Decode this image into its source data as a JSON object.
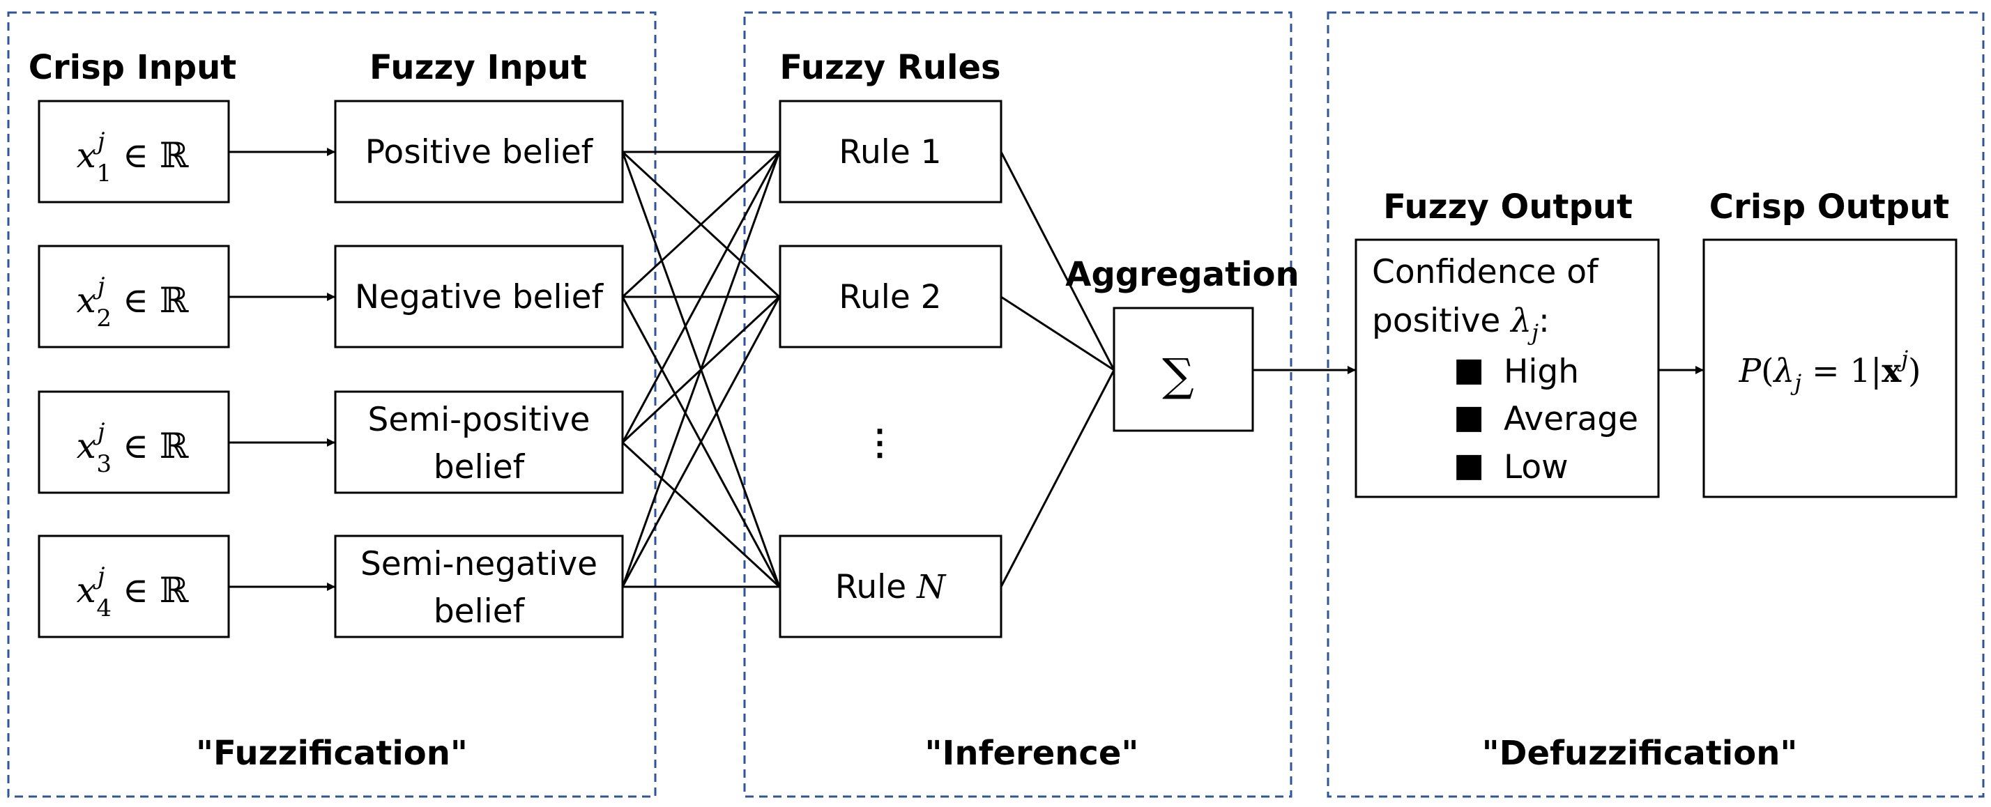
{
  "sections": {
    "fuzzification": "\"Fuzzification\"",
    "inference": "\"Inference\"",
    "defuzzification": "\"Defuzzification\""
  },
  "headers": {
    "crisp_input": "Crisp Input",
    "fuzzy_input": "Fuzzy Input",
    "fuzzy_rules": "Fuzzy Rules",
    "aggregation": "Aggregation",
    "fuzzy_output": "Fuzzy Output",
    "crisp_output": "Crisp Output"
  },
  "crisp_inputs": [
    {
      "var": "x",
      "sup": "j",
      "sub": "1",
      "rel": " ∈ ℝ"
    },
    {
      "var": "x",
      "sup": "j",
      "sub": "2",
      "rel": " ∈ ℝ"
    },
    {
      "var": "x",
      "sup": "j",
      "sub": "3",
      "rel": " ∈ ℝ"
    },
    {
      "var": "x",
      "sup": "j",
      "sub": "4",
      "rel": " ∈ ℝ"
    }
  ],
  "fuzzy_inputs": {
    "positive": "Positive belief",
    "negative": "Negative belief",
    "semi_positive_1": "Semi-positive",
    "semi_positive_2": "belief",
    "semi_negative_1": "Semi-negative",
    "semi_negative_2": "belief"
  },
  "rules": {
    "rule1": "Rule 1",
    "rule2": "Rule 2",
    "ellipsis": "⋮",
    "ruleN_prefix": "Rule ",
    "ruleN_var": "N"
  },
  "aggregation_symbol": "∑",
  "fuzzy_output": {
    "line1": "Confidence of",
    "line2_prefix": "positive ",
    "lambda": "λ",
    "lambda_sub": "j",
    "colon": ":",
    "bullet": "■",
    "levels": [
      "High",
      "Average",
      "Low"
    ]
  },
  "crisp_output": {
    "p": "P",
    "open": "(",
    "lambda": "λ",
    "lambda_sub": "j",
    "eq": " = 1|",
    "x": "x",
    "x_sup": "j",
    "close": ")"
  },
  "colors": {
    "section_border": "#2f5597",
    "box_border": "#000000",
    "line": "#000000"
  }
}
